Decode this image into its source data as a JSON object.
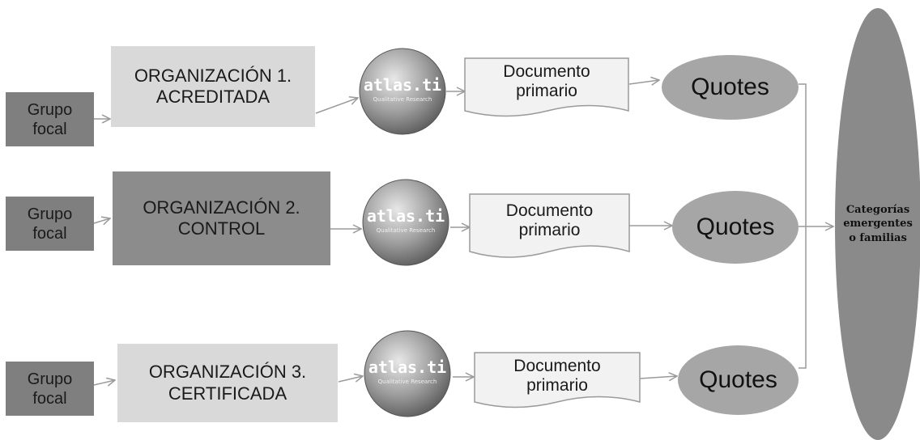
{
  "rows": [
    {
      "grupo": "Grupo\nfocal",
      "org": "ORGANIZACIÓN 1.\nACREDITADA",
      "doc": "Documento\nprimario",
      "quotes": "Quotes"
    },
    {
      "grupo": "Grupo\nfocal",
      "org": "ORGANIZACIÓN 2.\nCONTROL",
      "doc": "Documento\nprimario",
      "quotes": "Quotes"
    },
    {
      "grupo": "Grupo\nfocal",
      "org": "ORGANIZACIÓN 3.\nCERTIFICADA",
      "doc": "Documento\nprimario",
      "quotes": "Quotes"
    }
  ],
  "logo": {
    "text": "atlas.ti",
    "tagline": "Qualitative Research"
  },
  "categories": "Categorías\nemergentes\no familias",
  "colors": {
    "grupo": "#7f7f7f",
    "org_light": "#d9d9d9",
    "org_dark": "#8c8c8c",
    "quotes": "#a6a6a6",
    "categories": "#8a8a8a",
    "arrow": "#a6a6a6"
  }
}
